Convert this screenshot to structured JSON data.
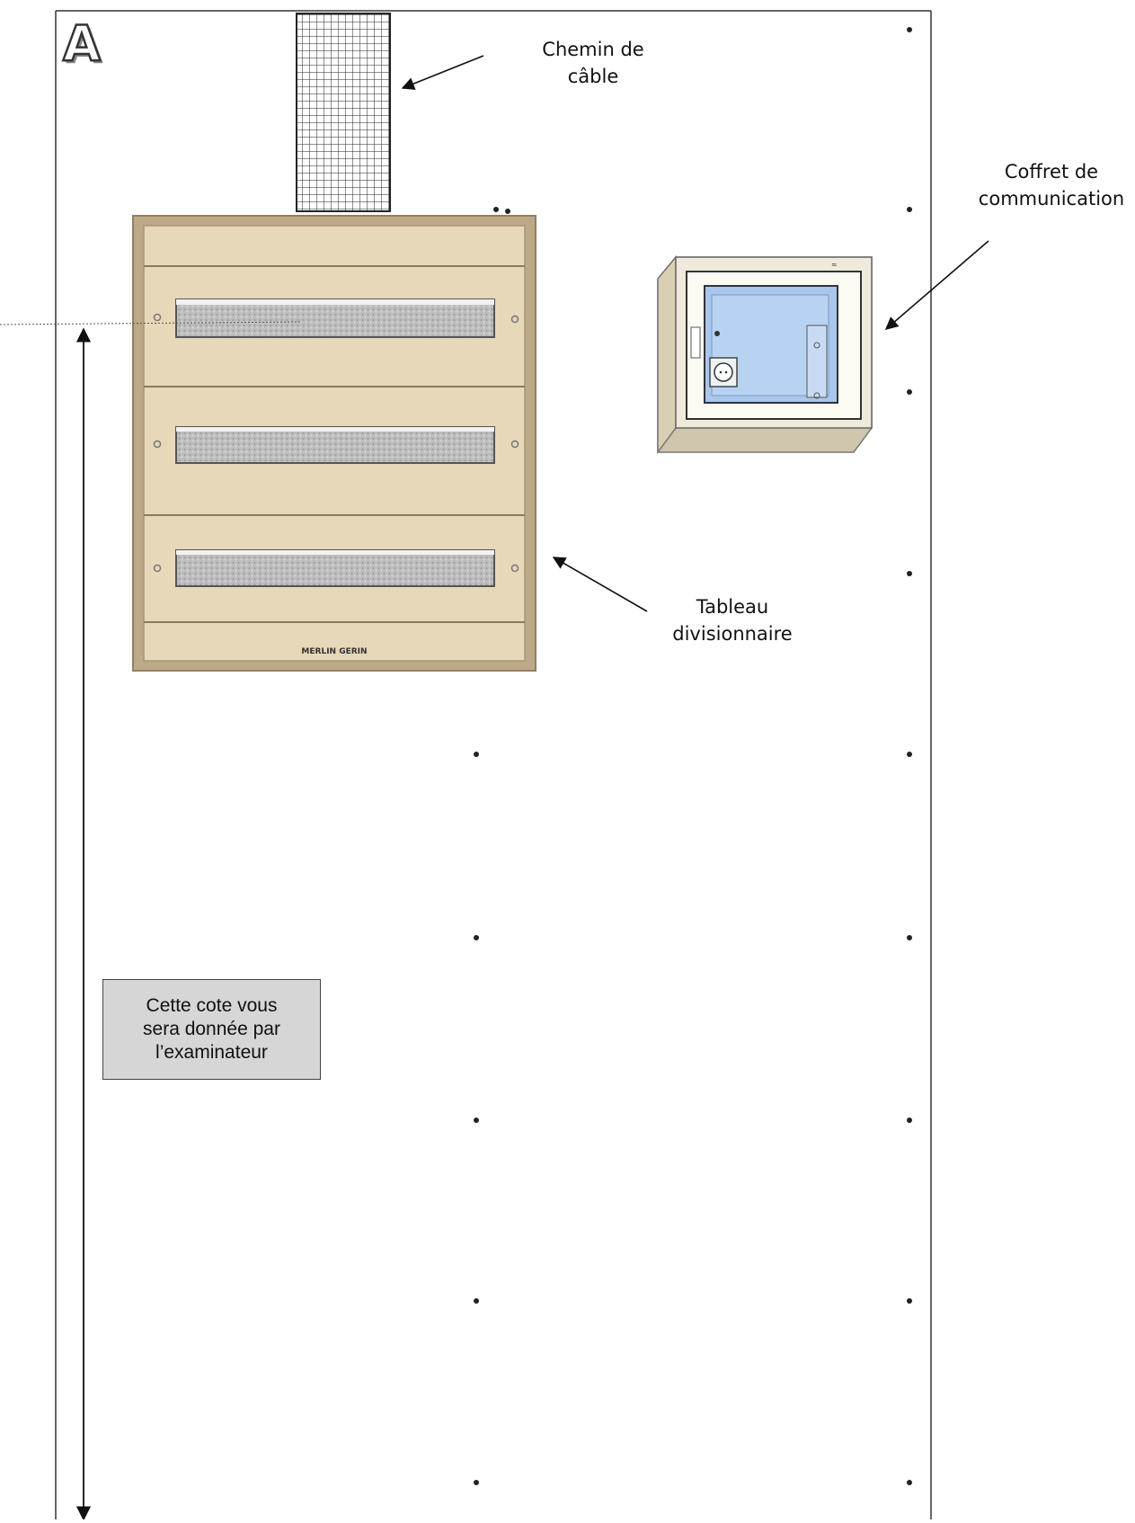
{
  "panel": {
    "letter": "A"
  },
  "labels": {
    "cable_tray": "Chemin de\ncâble",
    "comm_box": "Coffret de\ncommunication",
    "distribution_board": "Tableau\ndivisionnaire"
  },
  "board": {
    "brand": "MERLIN GERIN"
  },
  "note": {
    "text": "Cette cote vous\nsera donnée par\nl’examinateur"
  },
  "colors": {
    "board_body": "#e6d8b8",
    "board_frame": "#bda988",
    "rail": "#b8b8b8",
    "box_body": "#efeadb",
    "box_inner": "#a9c7ec",
    "note_bg": "#d6d6d6"
  },
  "icons": [
    "arrow-icon",
    "dimension-arrow-icon",
    "socket-icon"
  ]
}
